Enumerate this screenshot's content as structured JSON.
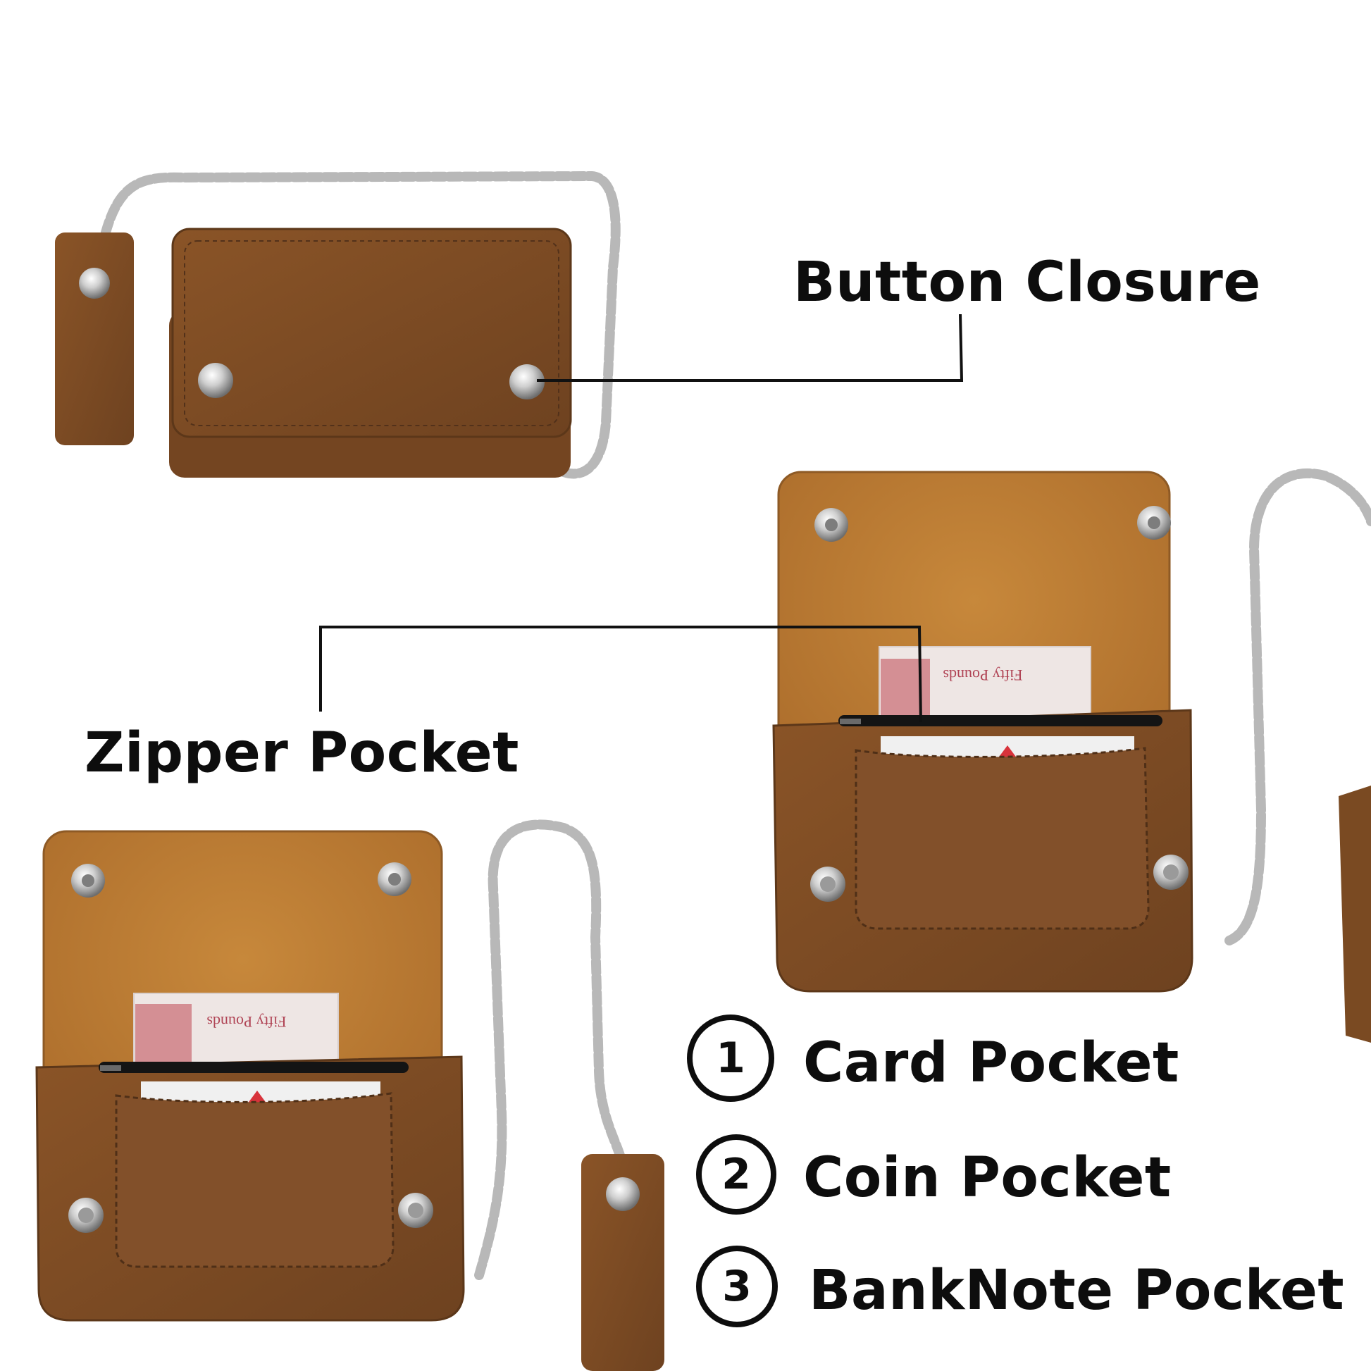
{
  "callouts": {
    "button_closure": "Button Closure",
    "zipper_pocket": "Zipper Pocket"
  },
  "features": [
    {
      "number": "1",
      "label": "Card Pocket"
    },
    {
      "number": "2",
      "label": "Coin Pocket"
    },
    {
      "number": "3",
      "label": "BankNote Pocket"
    }
  ],
  "banknote": {
    "text": "Fifty Pounds"
  },
  "colors": {
    "leather_outer": "#7a4a22",
    "leather_inner": "#b7772f",
    "chain": "#b8b8b8",
    "ink": "#0d0d0d"
  }
}
